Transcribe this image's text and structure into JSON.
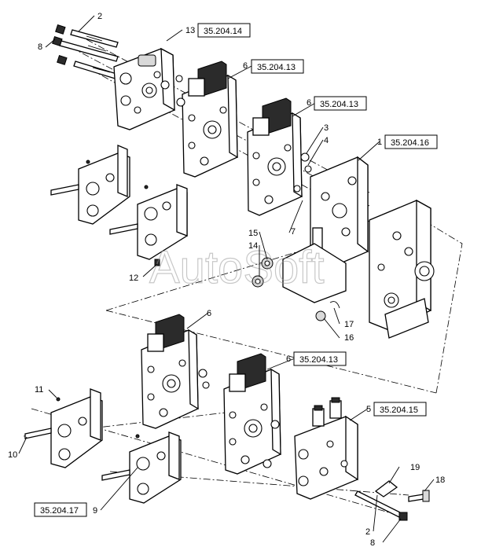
{
  "watermark": "AutoSoft",
  "callouts": [
    {
      "id": "c2a",
      "text": "2"
    },
    {
      "id": "c8a",
      "text": "8"
    },
    {
      "id": "c13",
      "text": "13"
    },
    {
      "id": "c6a",
      "text": "6"
    },
    {
      "id": "c6b",
      "text": "6"
    },
    {
      "id": "c3",
      "text": "3"
    },
    {
      "id": "c4",
      "text": "4"
    },
    {
      "id": "c1",
      "text": "1"
    },
    {
      "id": "c7",
      "text": "7"
    },
    {
      "id": "c15",
      "text": "15"
    },
    {
      "id": "c14",
      "text": "14"
    },
    {
      "id": "c12",
      "text": "12"
    },
    {
      "id": "c17",
      "text": "17"
    },
    {
      "id": "c16",
      "text": "16"
    },
    {
      "id": "c6c",
      "text": "6"
    },
    {
      "id": "c6d",
      "text": "6"
    },
    {
      "id": "c5",
      "text": "5"
    },
    {
      "id": "c11",
      "text": "11"
    },
    {
      "id": "c10",
      "text": "10"
    },
    {
      "id": "c19",
      "text": "19"
    },
    {
      "id": "c18",
      "text": "18"
    },
    {
      "id": "c9",
      "text": "9"
    },
    {
      "id": "c2b",
      "text": "2"
    },
    {
      "id": "c8b",
      "text": "8"
    }
  ],
  "references": [
    {
      "id": "r13",
      "text": "35.204.14"
    },
    {
      "id": "r6a",
      "text": "35.204.13"
    },
    {
      "id": "r6b",
      "text": "35.204.13"
    },
    {
      "id": "r1",
      "text": "35.204.16"
    },
    {
      "id": "r6d",
      "text": "35.204.13"
    },
    {
      "id": "r5",
      "text": "35.204.15"
    },
    {
      "id": "r9",
      "text": "35.204.17"
    }
  ]
}
